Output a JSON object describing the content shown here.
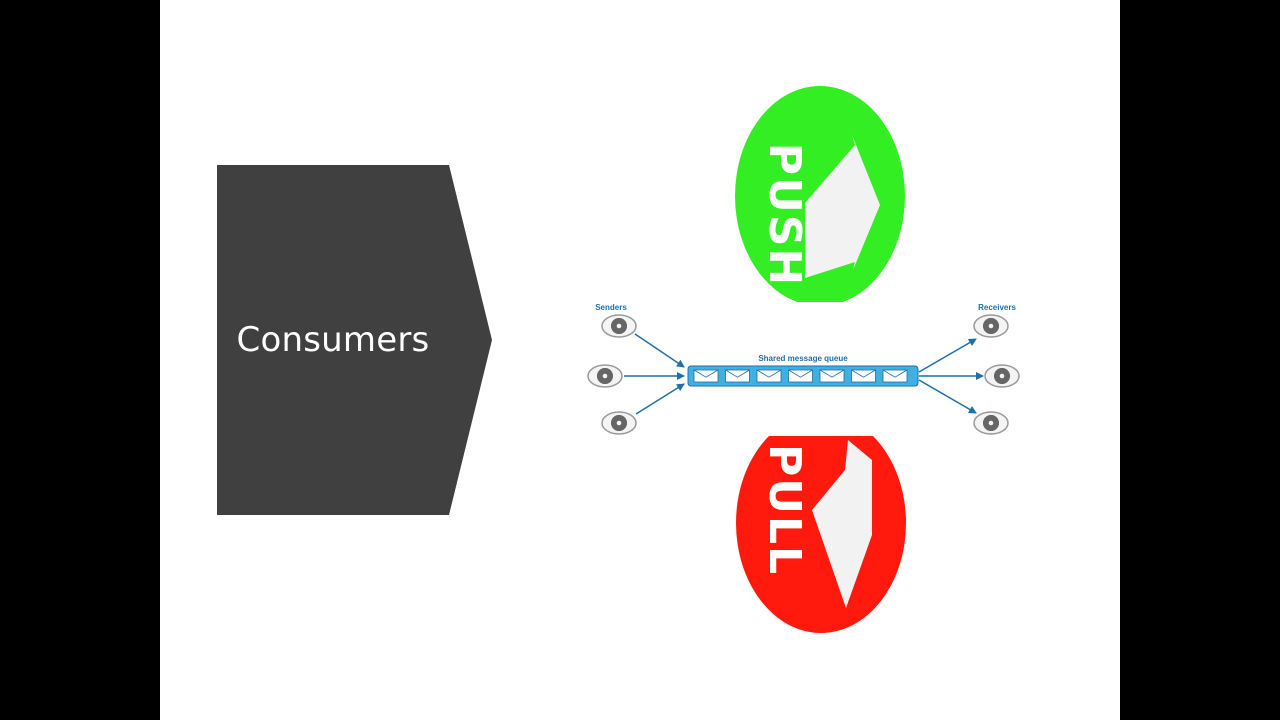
{
  "slide": {
    "background": "#ffffff",
    "letterbox_color": "#000000"
  },
  "consumers_box": {
    "label": "Consumers",
    "color": "#404040"
  },
  "push_badge": {
    "label": "PUSH",
    "color": "#33ee22",
    "arrow_color": "#f2f2f2"
  },
  "pull_badge": {
    "label": "PULL",
    "color": "#ff1a0d",
    "arrow_color": "#f2f2f2"
  },
  "queue_diagram": {
    "senders_label": "Senders",
    "receivers_label": "Receivers",
    "queue_label": "Shared message queue",
    "message_count": 7,
    "queue_color": "#3fb0e0",
    "arrow_color": "#1f6fa8",
    "label_color": "#1f6fa8",
    "node_icon": "gear-icon"
  }
}
